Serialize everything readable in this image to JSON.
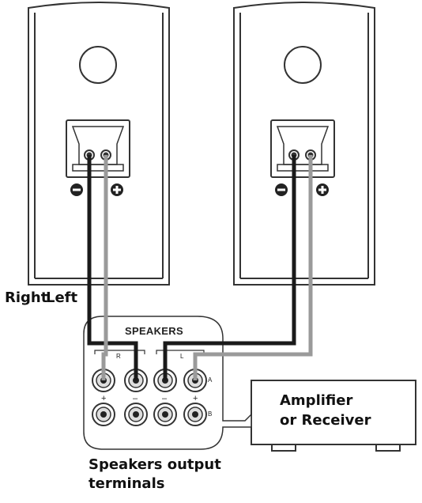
{
  "labels": {
    "right": "Right",
    "left": "Left",
    "terminals_line1": "Speakers output",
    "terminals_line2": "terminals"
  },
  "panel": {
    "title": "SPEAKERS",
    "channel_r": "R",
    "channel_l": "L",
    "row_a": "A",
    "row_b": "B",
    "plus": "+",
    "minus": "–"
  },
  "amplifier": {
    "line1": "Amplifier",
    "line2": "or Receiver"
  },
  "colors": {
    "black_wire": "#1a1a1a",
    "grey_wire": "#9a9a9a",
    "outline": "#333333"
  }
}
